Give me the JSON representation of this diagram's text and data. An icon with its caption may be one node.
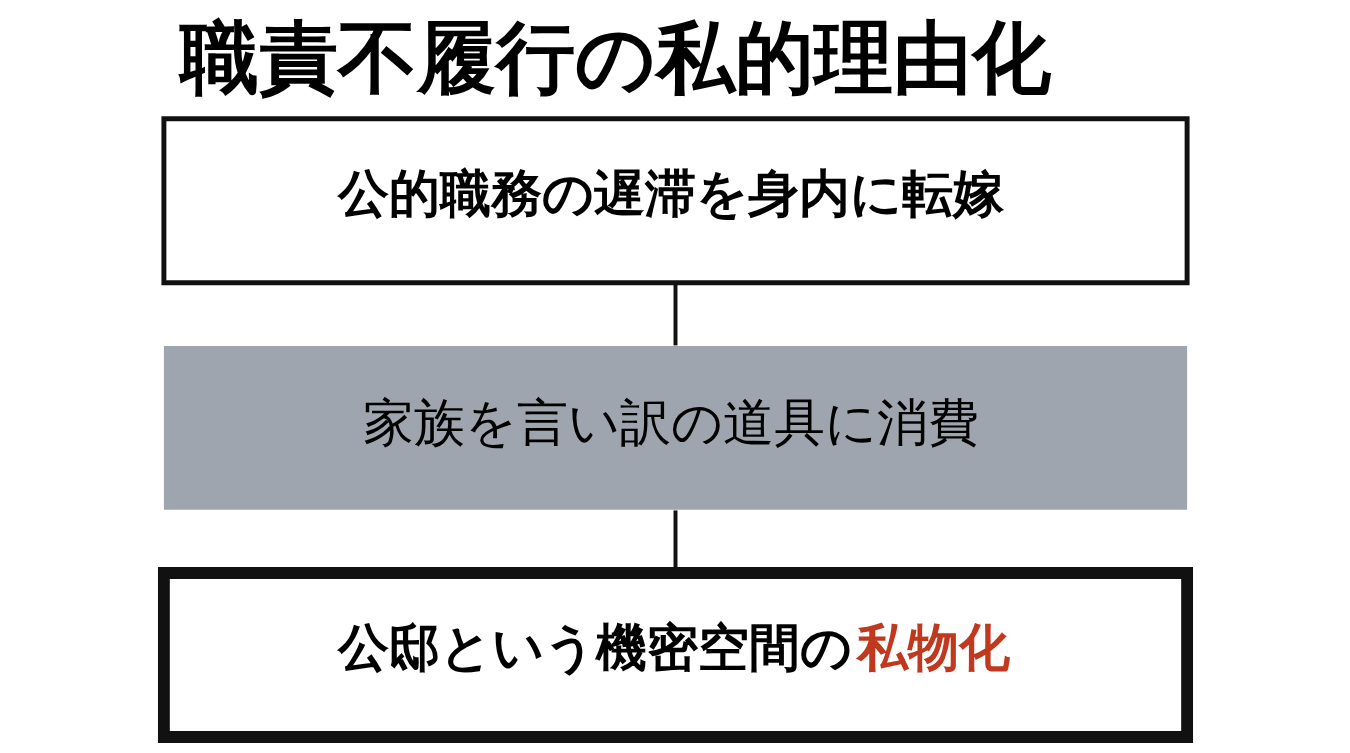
{
  "diagram": {
    "title": "職責不履行の私的理由化",
    "nodes": [
      {
        "text": [
          "公的職務の遅滞を身内に転嫁"
        ]
      },
      {
        "text": [
          "家族を言い訳の道具に消費"
        ]
      },
      {
        "text": [
          "公邸という機密空間の**私物化**"
        ]
      }
    ],
    "edges": [
      {
        "from": 0,
        "to": 1,
        "arrow": "none"
      },
      {
        "from": 1,
        "to": 2,
        "arrow": "none"
      }
    ]
  }
}
